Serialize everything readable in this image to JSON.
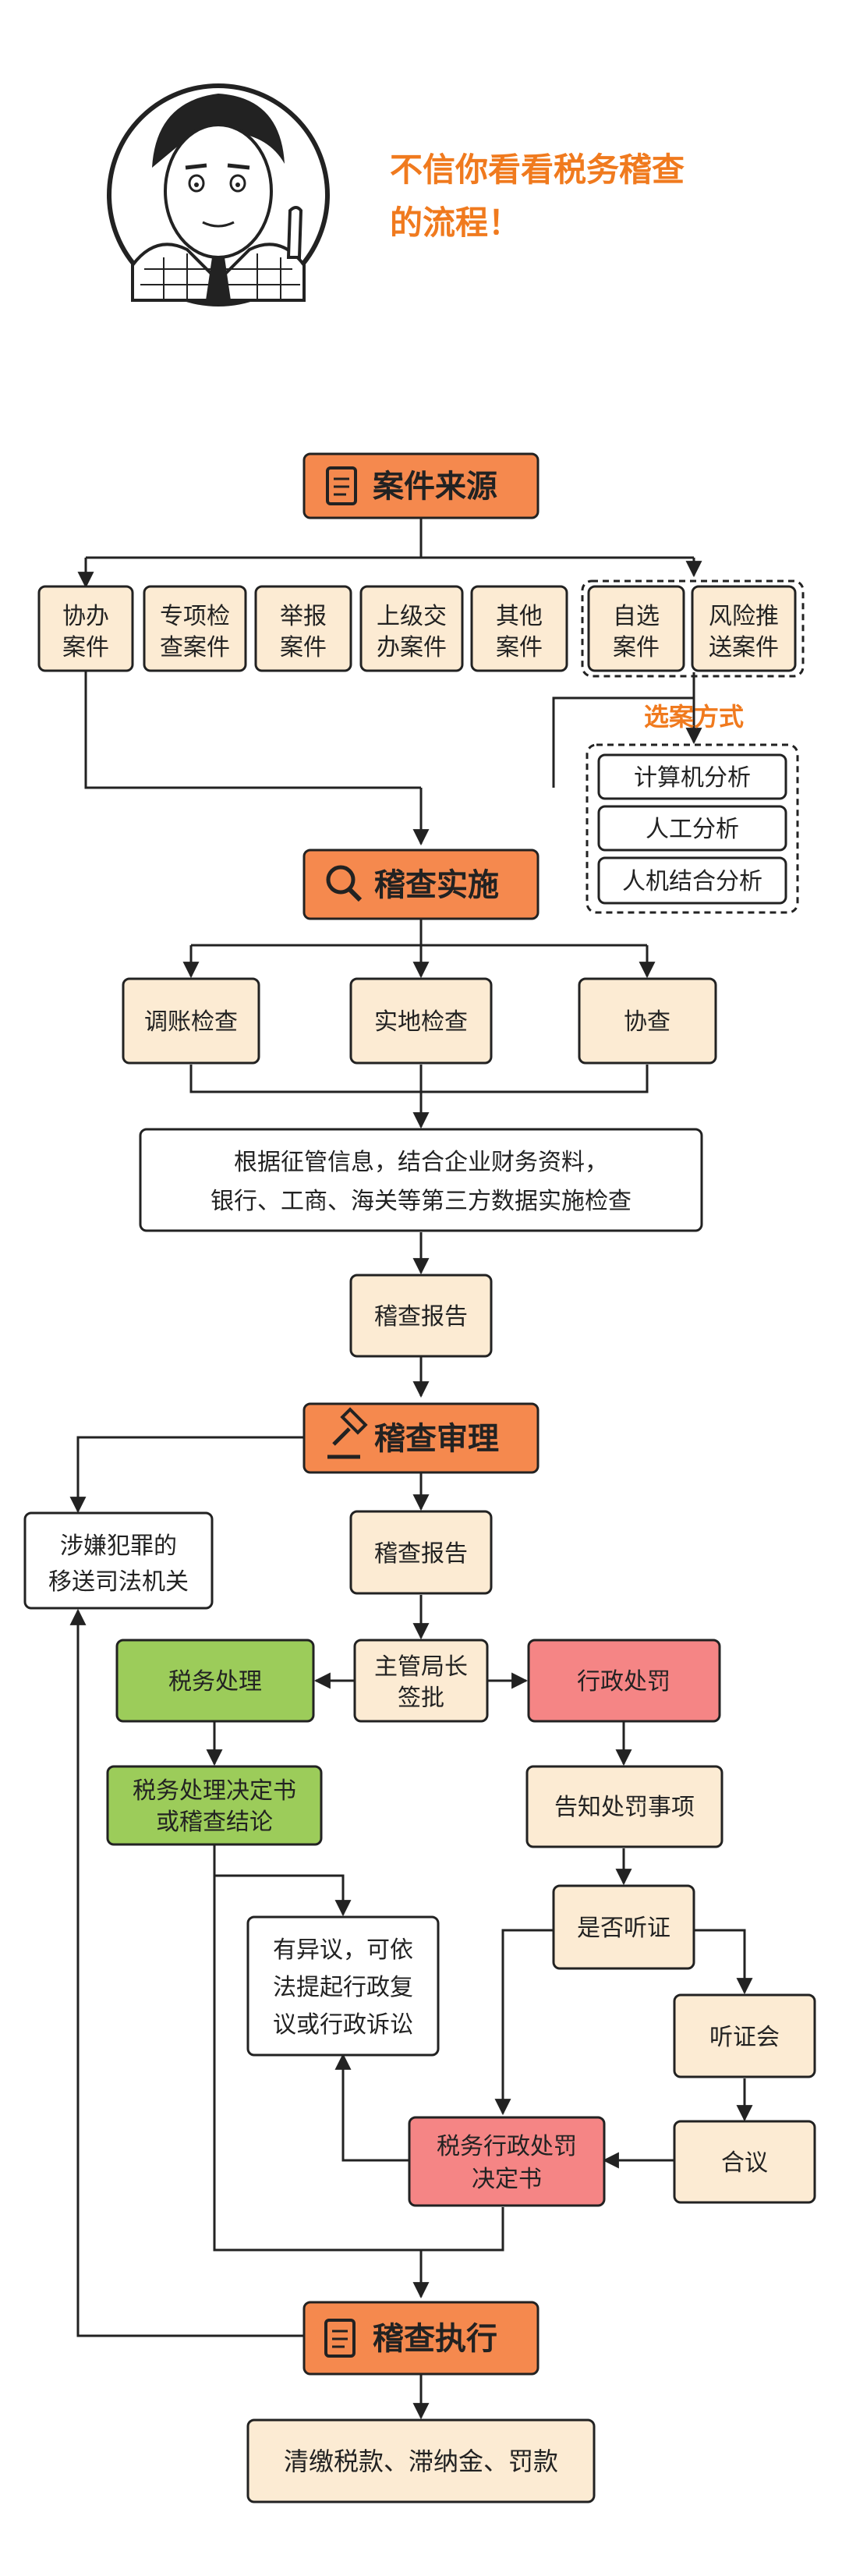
{
  "header": {
    "title_line1": "不信你看看税务稽查",
    "title_line2": "的流程！"
  },
  "sections": {
    "source": "案件来源",
    "inspect": "稽查实施",
    "review": "稽查审理",
    "execute": "稽查执行"
  },
  "source_cases": {
    "c1": [
      "协办",
      "案件"
    ],
    "c2": [
      "专项检",
      "查案件"
    ],
    "c3": [
      "举报",
      "案件"
    ],
    "c4": [
      "上级交",
      "办案件"
    ],
    "c5": [
      "其他",
      "案件"
    ],
    "c6": [
      "自选",
      "案件"
    ],
    "c7": [
      "风险推",
      "送案件"
    ]
  },
  "selection": {
    "label": "选案方式",
    "methods": [
      "计算机分析",
      "人工分析",
      "人机结合分析"
    ]
  },
  "inspection": {
    "methods": [
      "调账检查",
      "实地检查",
      "协查"
    ],
    "basis": [
      "根据征管信息，结合企业财务资料，",
      "银行、工商、海关等第三方数据实施检查"
    ],
    "report": "稽查报告"
  },
  "review": {
    "report": "稽查报告",
    "transfer": [
      "涉嫌犯罪的",
      "移送司法机关"
    ],
    "approve": [
      "主管局长",
      "签批"
    ],
    "tax_handle": "税务处理",
    "admin_penalty": "行政处罚",
    "decision": [
      "税务处理决定书",
      "或稽查结论"
    ],
    "notify": "告知处罚事项",
    "hearing_q": "是否听证",
    "objection": [
      "有异议，可依",
      "法提起行政复",
      "议或行政诉讼"
    ],
    "hearing": "听证会",
    "deliberate": "合议",
    "penalty_decision": [
      "税务行政处罚",
      "决定书"
    ]
  },
  "execution": {
    "final": "清缴税款、滞纳金、罚款"
  },
  "colors": {
    "section": "#F5894E",
    "beige": "#FCEBD3",
    "green": "#9CCC5A",
    "red": "#F58585",
    "accent_text": "#F07A1E"
  }
}
